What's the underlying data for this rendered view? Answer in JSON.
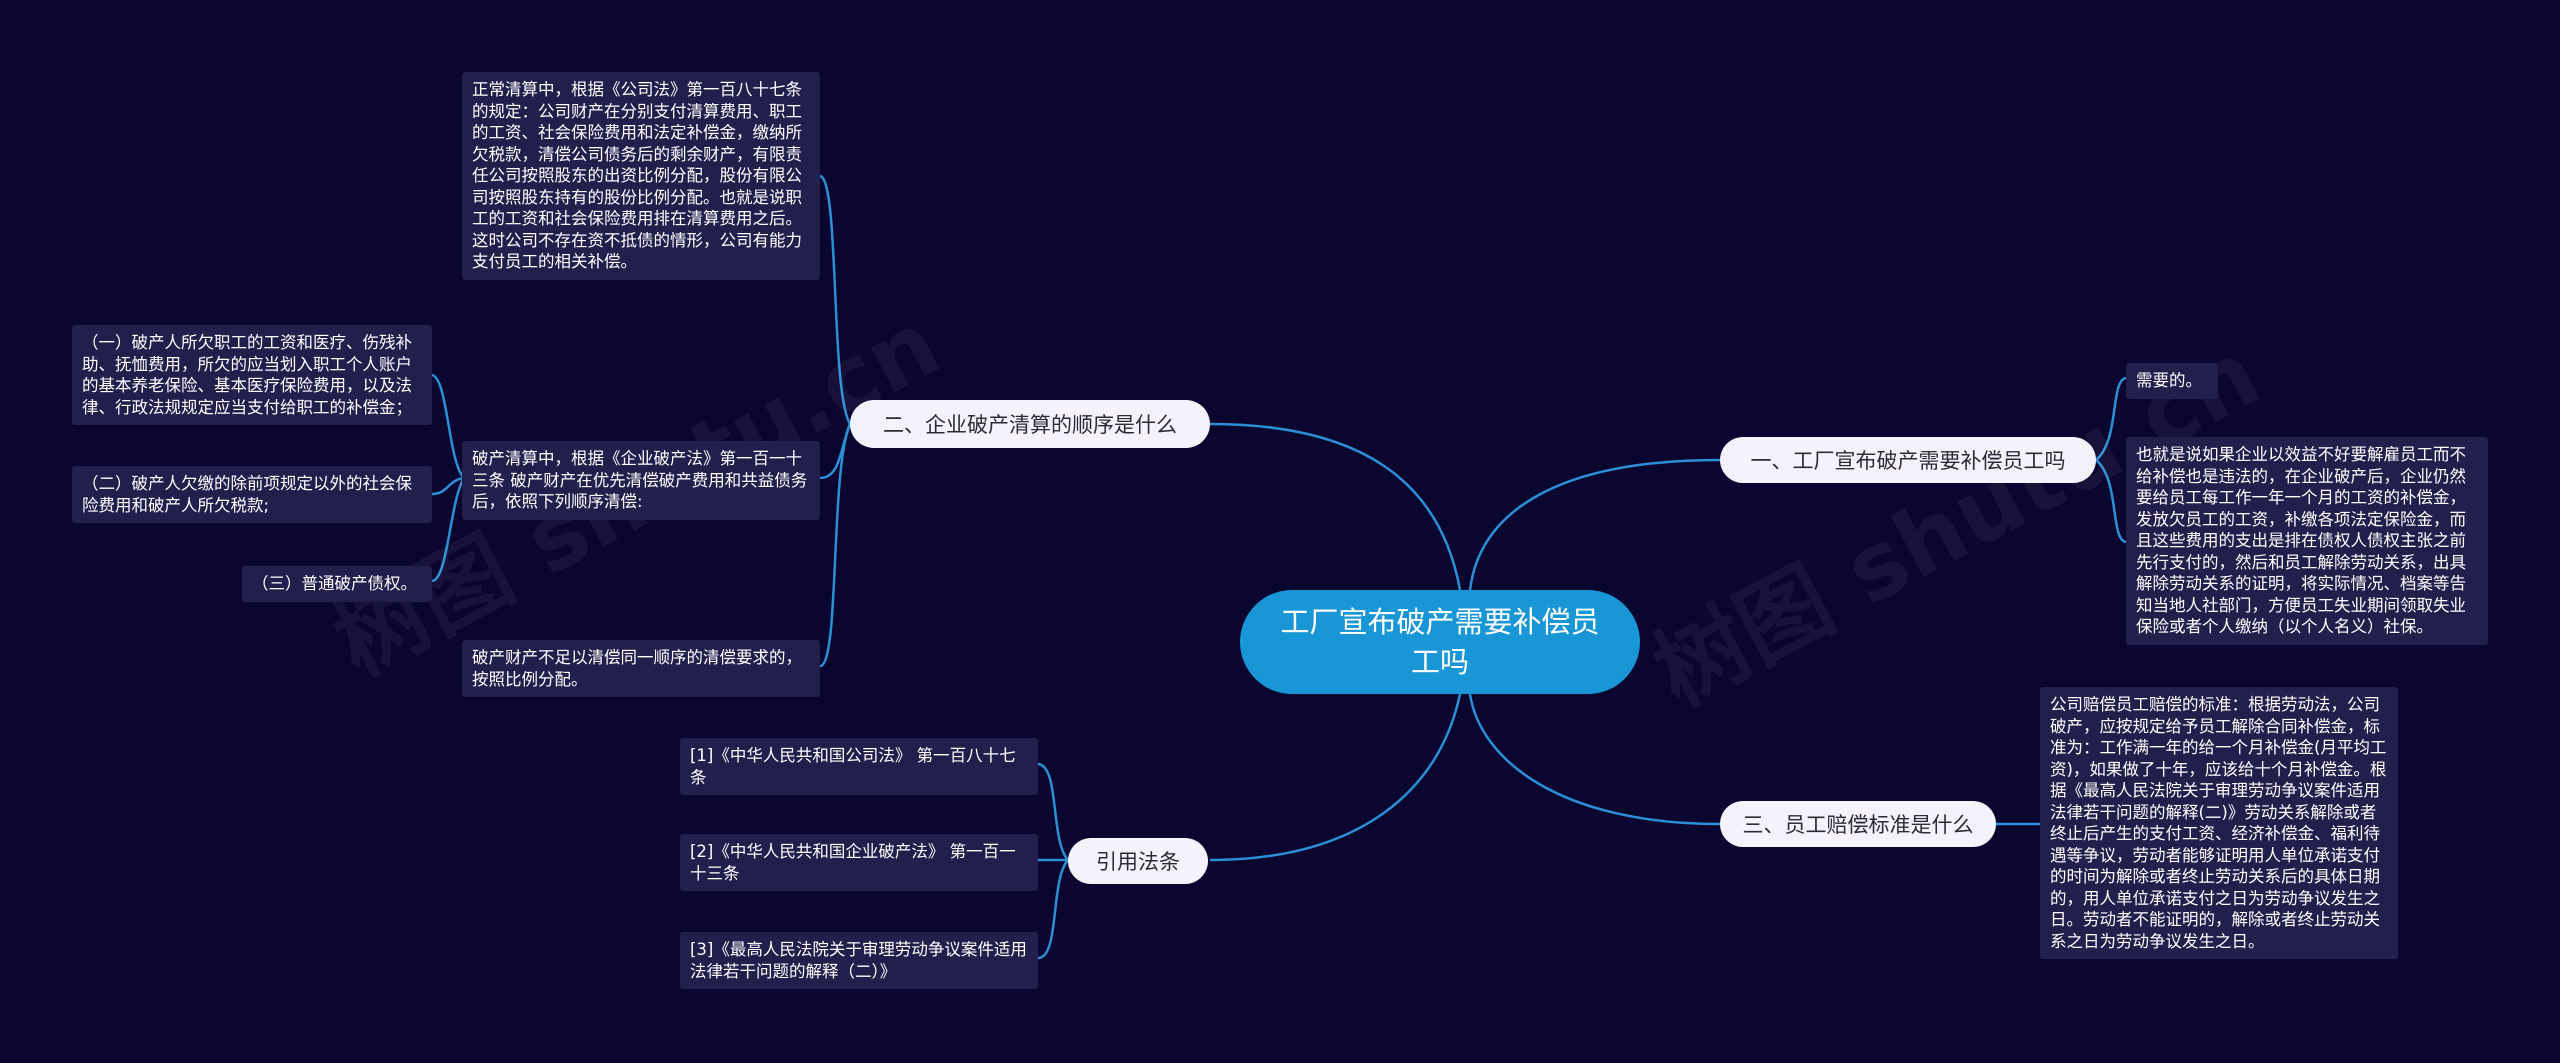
{
  "root": {
    "title": "工厂宣布破产需要补偿员工吗"
  },
  "branches": {
    "b1": "一、工厂宣布破产需要补偿员工吗",
    "b2": "二、企业破产清算的顺序是什么",
    "b3": "三、员工赔偿标准是什么",
    "b4": "引用法条"
  },
  "leaves": {
    "b1_a": "需要的。",
    "b1_b": "也就是说如果企业以效益不好要解雇员工而不给补偿也是违法的，在企业破产后，企业仍然要给员工每工作一年一个月的工资的补偿金，发放欠员工的工资，补缴各项法定保险金，而且这些费用的支出是排在债权人债权主张之前先行支付的，然后和员工解除劳动关系，出具解除劳动关系的证明，将实际情况、档案等告知当地人社部门，方便员工失业期间领取失业保险或者个人缴纳（以个人名义）社保。",
    "b2_a": "正常清算中，根据《公司法》第一百八十七条的规定：公司财产在分别支付清算费用、职工的工资、社会保险费用和法定补偿金，缴纳所欠税款，清偿公司债务后的剩余财产，有限责任公司按照股东的出资比例分配，股份有限公司按照股东持有的股份比例分配。也就是说职工的工资和社会保险费用排在清算费用之后。这时公司不存在资不抵债的情形，公司有能力支付员工的相关补偿。",
    "b2_b": "破产清算中，根据《企业破产法》第一百一十三条 破产财产在优先清偿破产费用和共益债务后，依照下列顺序清偿:",
    "b2_b1": "（一）破产人所欠职工的工资和医疗、伤残补助、抚恤费用，所欠的应当划入职工个人账户的基本养老保险、基本医疗保险费用，以及法律、行政法规规定应当支付给职工的补偿金；",
    "b2_b2": "（二）破产人欠缴的除前项规定以外的社会保险费用和破产人所欠税款;",
    "b2_b3": "（三）普通破产债权。",
    "b2_c": "破产财产不足以清偿同一顺序的清偿要求的，按照比例分配。",
    "b3_a": "公司赔偿员工赔偿的标准：根据劳动法，公司破产，应按规定给予员工解除合同补偿金，标准为：工作满一年的给一个月补偿金(月平均工资)，如果做了十年，应该给十个月补偿金。根据《最高人民法院关于审理劳动争议案件适用法律若干问题的解释(二)》劳动关系解除或者终止后产生的支付工资、经济补偿金、福利待遇等争议，劳动者能够证明用人单位承诺支付的时间为解除或者终止劳动关系后的具体日期的，用人单位承诺支付之日为劳动争议发生之日。劳动者不能证明的，解除或者终止劳动关系之日为劳动争议发生之日。",
    "b4_a": "[1]《中华人民共和国公司法》 第一百八十七条",
    "b4_b": "[2]《中华人民共和国企业破产法》 第一百一十三条",
    "b4_c": "[3]《最高人民法院关于审理劳动争议案件适用法律若干问题的解释（二）》"
  },
  "watermark": "树图 shutu.cn",
  "colors": {
    "background": "#0b0630",
    "root": "#1996d6",
    "branch": "#f3f4fb",
    "leaf": "#231f4d",
    "link": "#2b8fd6"
  }
}
